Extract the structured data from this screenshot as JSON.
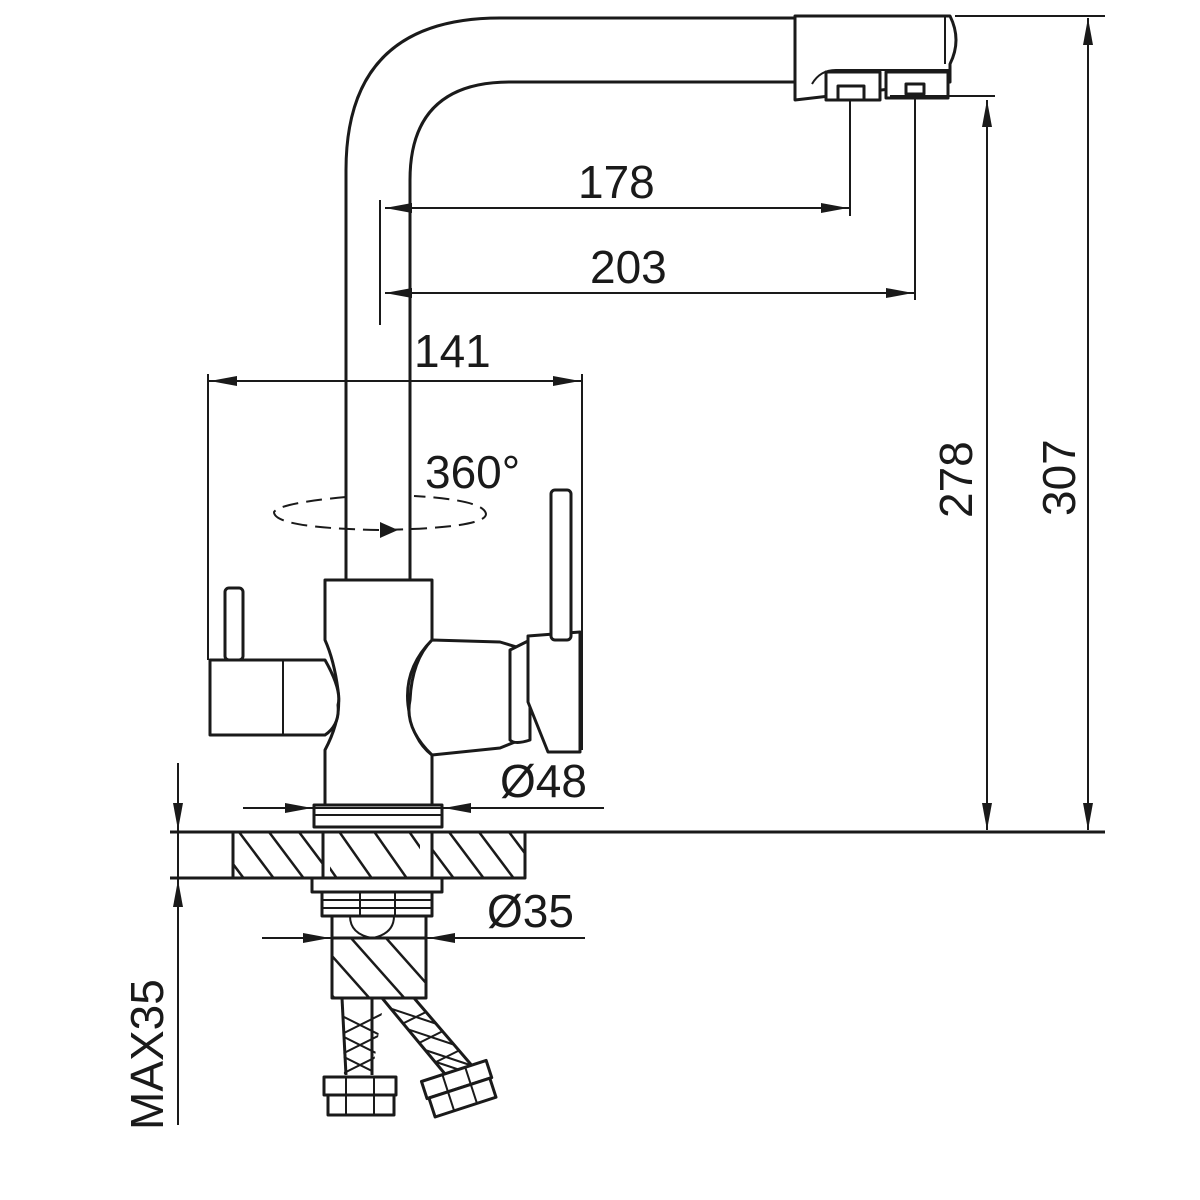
{
  "dimensions": {
    "outlet_reach_1": "178",
    "outlet_reach_2": "203",
    "handle_span": "141",
    "swivel": "360°",
    "spout_height": "278",
    "total_height": "307",
    "base_diameter": "Ø48",
    "shank_diameter": "Ø35",
    "max_counter_thickness": "MAX35"
  }
}
